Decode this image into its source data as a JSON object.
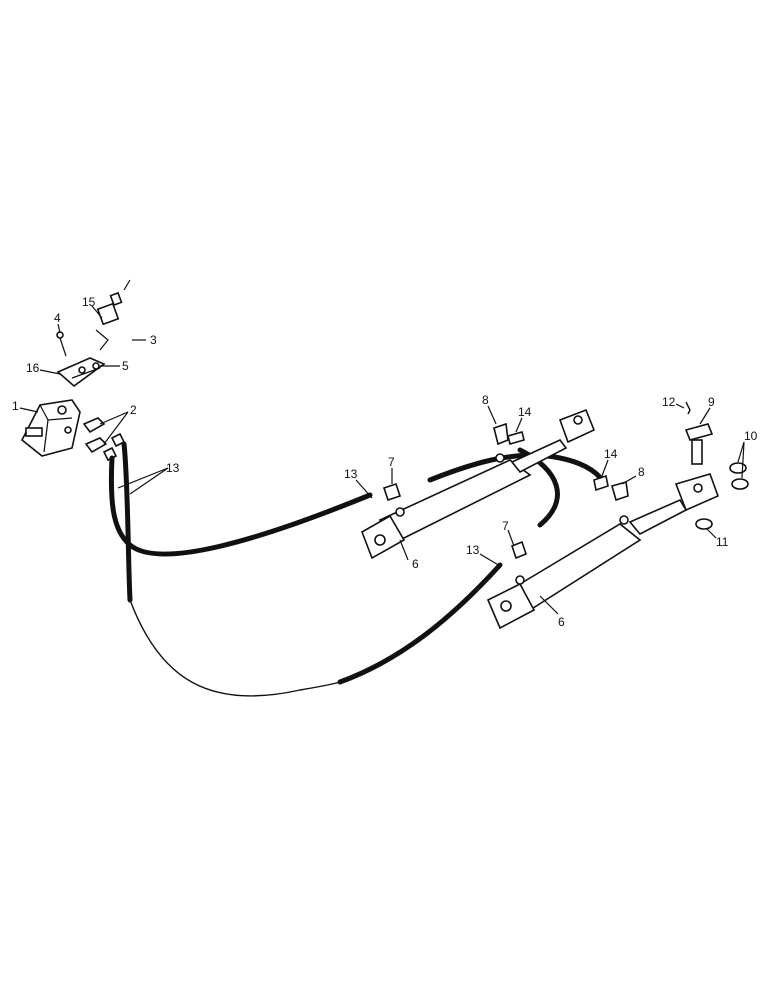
{
  "callouts": [
    {
      "id": "c1",
      "text": "1"
    },
    {
      "id": "c2",
      "text": "2"
    },
    {
      "id": "c3",
      "text": "3"
    },
    {
      "id": "c4",
      "text": "4"
    },
    {
      "id": "c5",
      "text": "5"
    },
    {
      "id": "c6a",
      "text": "6"
    },
    {
      "id": "c6b",
      "text": "6"
    },
    {
      "id": "c7a",
      "text": "7"
    },
    {
      "id": "c7b",
      "text": "7"
    },
    {
      "id": "c8a",
      "text": "8"
    },
    {
      "id": "c8b",
      "text": "8"
    },
    {
      "id": "c9",
      "text": "9"
    },
    {
      "id": "c10",
      "text": "10"
    },
    {
      "id": "c11",
      "text": "11"
    },
    {
      "id": "c12",
      "text": "12"
    },
    {
      "id": "c13a",
      "text": "13"
    },
    {
      "id": "c13b",
      "text": "13"
    },
    {
      "id": "c13c",
      "text": "13"
    },
    {
      "id": "c14a",
      "text": "14"
    },
    {
      "id": "c14b",
      "text": "14"
    },
    {
      "id": "c15",
      "text": "15"
    },
    {
      "id": "c16",
      "text": "16"
    }
  ]
}
